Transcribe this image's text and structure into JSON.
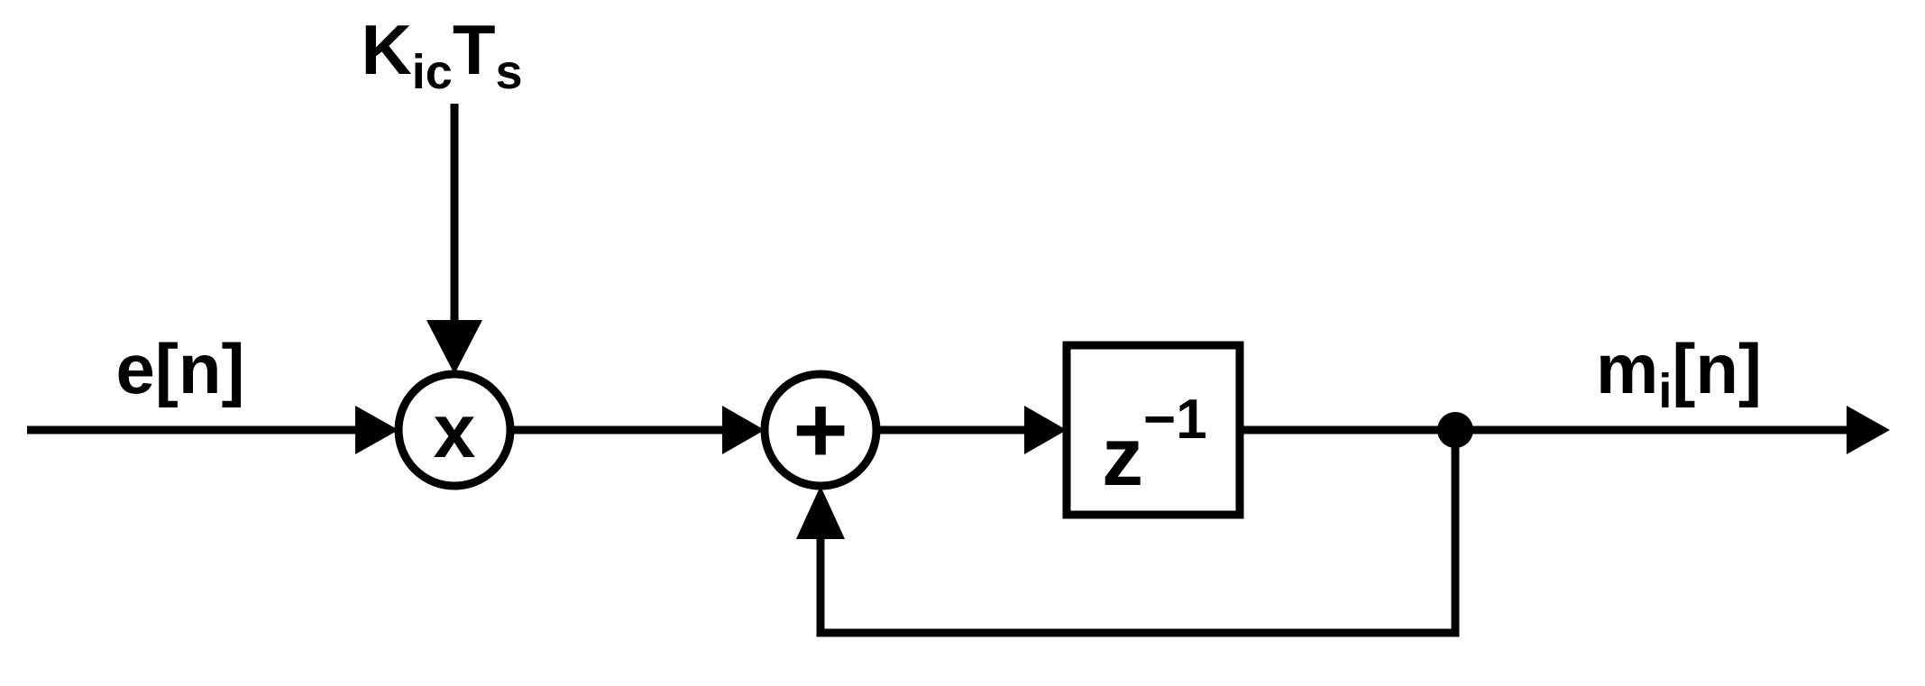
{
  "diagram": {
    "labels": {
      "input": "e[n]",
      "gain": {
        "k": "K",
        "k_sub": "ic",
        "t": "T",
        "t_sub": "s"
      },
      "multiplier": "x",
      "summer": "+",
      "delay": {
        "base": "z",
        "exp": "−1"
      },
      "output": {
        "m": "m",
        "m_sub": "i",
        "bracket": "[n]"
      }
    },
    "colors": {
      "stroke": "#000000",
      "background": "#ffffff"
    }
  }
}
